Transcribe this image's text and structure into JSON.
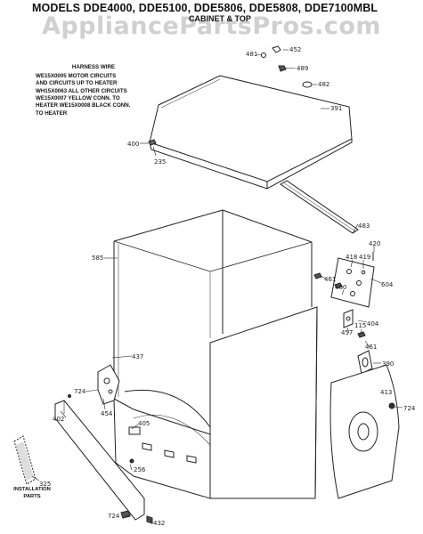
{
  "title": "MODELS DDE4000, DDE5100, DDE5806, DDE5808, DDE7100MBL",
  "subtitle": "CABINET & TOP",
  "watermark": "AppliancePartsPros.com",
  "harness_note": {
    "title": "HARNESS WIRE",
    "lines": [
      "WE15X0005 MOTOR CIRCUITS",
      "AND CIRCUITS UP TO HEATER",
      "WH15X0063 ALL OTHER CIRCUITS",
      "WE15X0007 YELLOW CONN. TO",
      "HEATER WE15X0008 BLACK CONN.",
      "TO HEATER"
    ]
  },
  "installation_label": "INSTALLATION PARTS",
  "part_labels": {
    "p481": "481",
    "p452": "452",
    "p489": "489",
    "p482": "482",
    "p391": "391",
    "p400": "400",
    "p235": "235",
    "p483": "483",
    "p420": "420",
    "p585": "585",
    "p461a": "461",
    "p418": "418",
    "p419": "419",
    "p604": "604",
    "p460": "460",
    "p404": "404",
    "p457": "457",
    "p115": "115",
    "p461b": "461",
    "p390": "390",
    "p437": "437",
    "p413": "413",
    "p724a": "724",
    "p724b": "724",
    "p402": "402",
    "p454": "454",
    "p405": "405",
    "p256": "256",
    "p325": "325",
    "p724c": "724",
    "p432": "432"
  }
}
